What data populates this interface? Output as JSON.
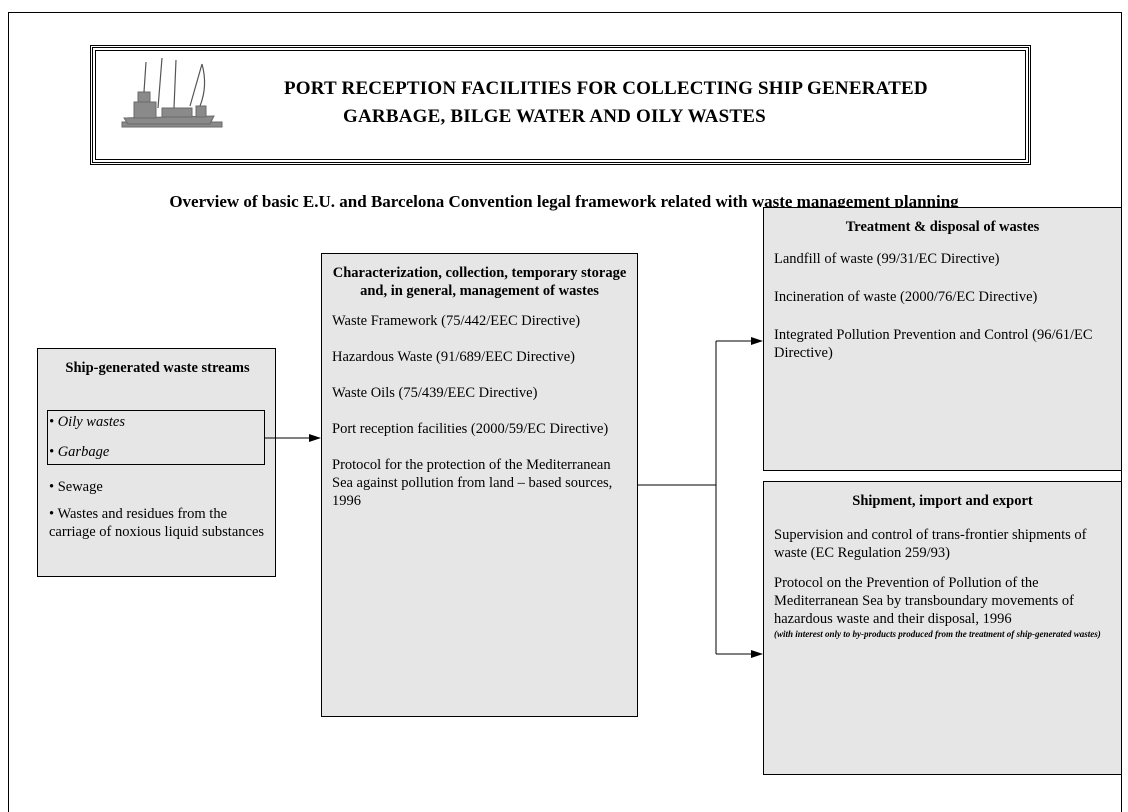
{
  "header": {
    "title_line1": "PORT RECEPTION FACILITIES FOR COLLECTING SHIP GENERATED",
    "title_line2": "GARBAGE, BILGE WATER AND OILY WASTES",
    "logo_icon": "ship-crane-icon"
  },
  "subtitle": "Overview of basic E.U. and Barcelona Convention legal framework related with waste management planning",
  "colors": {
    "box_fill": "#e6e6e6",
    "line": "#000000"
  },
  "ship_waste": {
    "title": "Ship-generated waste streams",
    "items": [
      "• Oily wastes",
      "• Garbage",
      "• Sewage",
      "• Wastes and residues from the carriage of noxious liquid substances"
    ]
  },
  "management": {
    "title": "Characterization, collection, temporary storage and, in general, management of wastes",
    "items": [
      "Waste Framework (75/442/EEC Directive)",
      "Hazardous Waste (91/689/EEC Directive)",
      "Waste Oils (75/439/EEC Directive)",
      "Port reception facilities (2000/59/EC Directive)",
      "Protocol for the protection of the Mediterranean Sea against pollution from land – based sources, 1996"
    ]
  },
  "treatment": {
    "title": "Treatment & disposal of wastes",
    "items": [
      "Landfill of waste (99/31/EC Directive)",
      "Incineration of waste (2000/76/EC Directive)",
      "Integrated Pollution Prevention and Control (96/61/EC Directive)"
    ]
  },
  "shipment": {
    "title": "Shipment, import and export",
    "items": [
      "Supervision and control of trans-frontier shipments of waste (EC Regulation 259/93)",
      "Protocol on the Prevention of Pollution of the Mediterranean Sea by transboundary movements of hazardous waste and their disposal, 1996"
    ],
    "note": "(with interest only to by-products produced from the treatment of ship-generated wastes)"
  }
}
